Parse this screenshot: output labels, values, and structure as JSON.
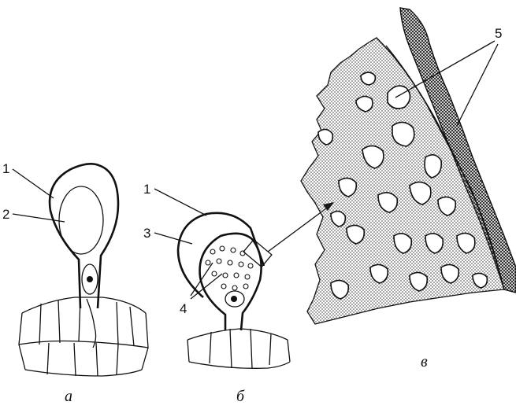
{
  "panels": {
    "a": {
      "caption": "а"
    },
    "b": {
      "caption": "б"
    },
    "c": {
      "caption": "в"
    }
  },
  "labels": {
    "n1_a": "1",
    "n2": "2",
    "n1_b": "1",
    "n3": "3",
    "n4": "4",
    "n5": "5"
  },
  "colors": {
    "ink": "#111111",
    "paper": "#ffffff"
  }
}
